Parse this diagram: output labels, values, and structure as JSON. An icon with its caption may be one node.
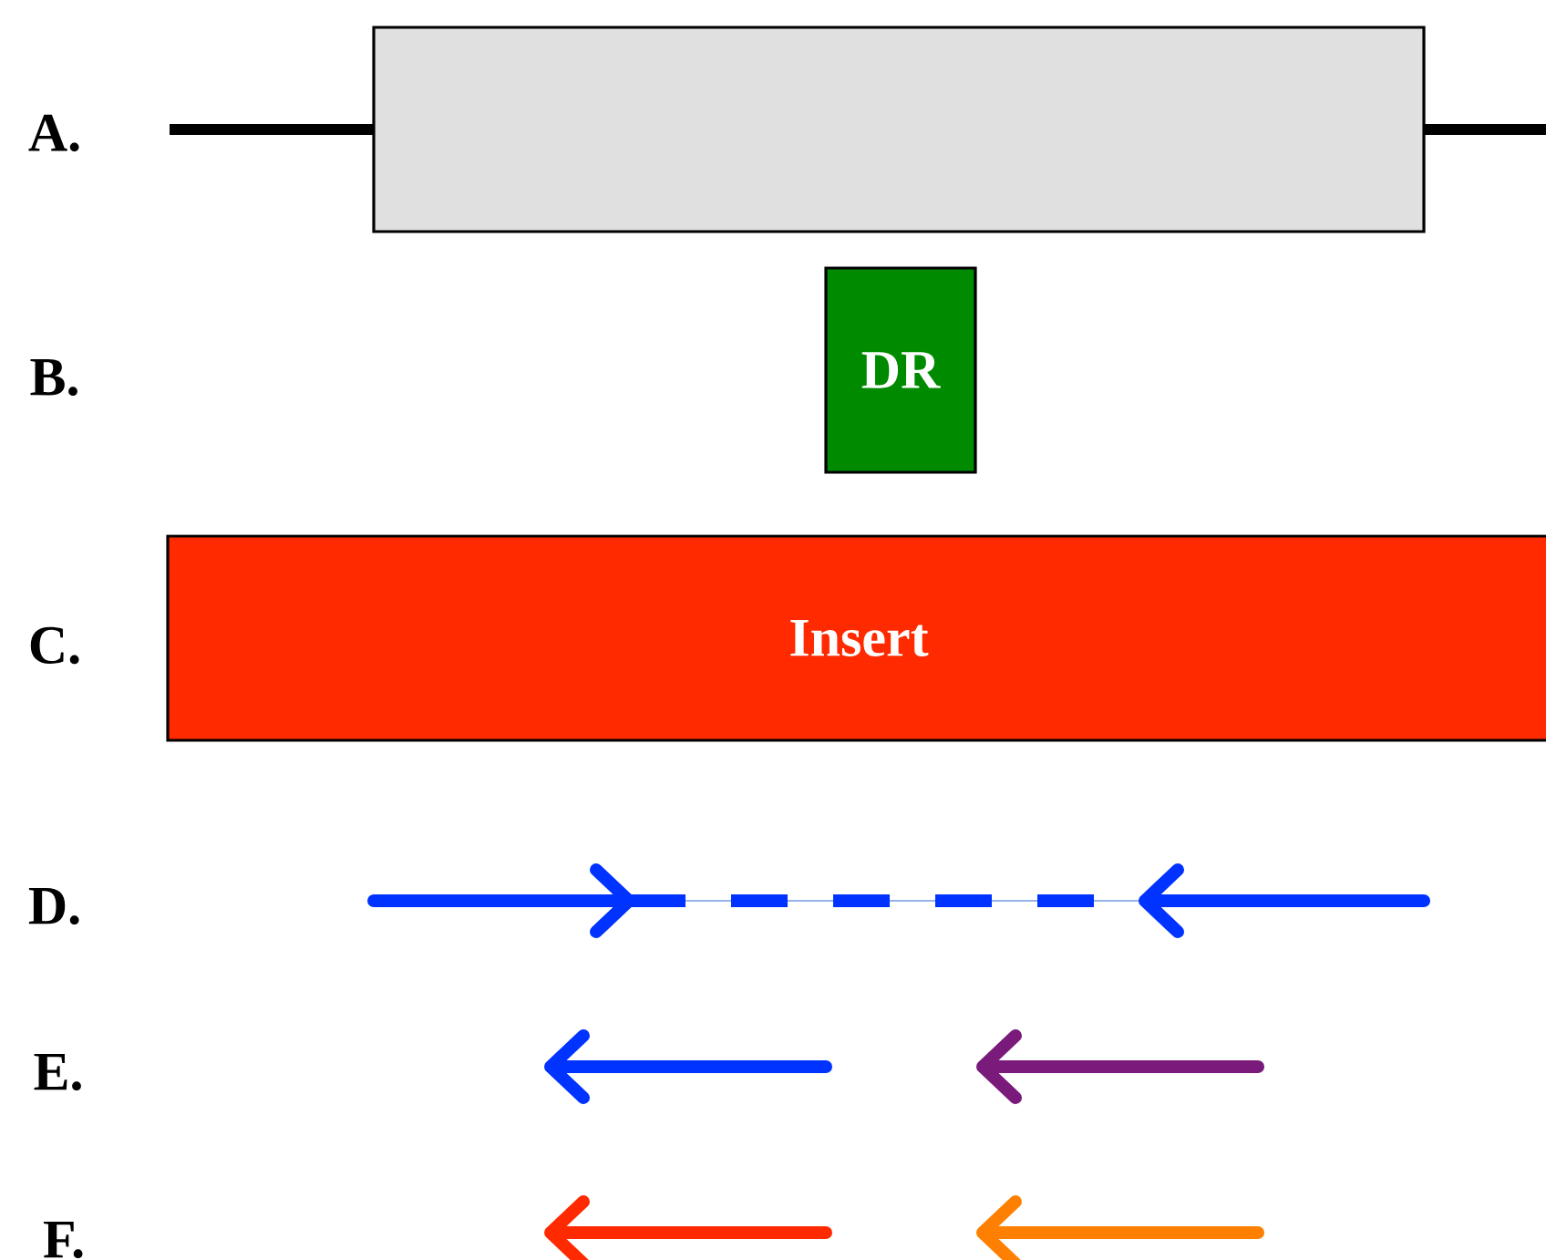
{
  "diagram": {
    "nodes": [
      {
        "text": [],
        "shape": "box"
      },
      {
        "text": [
          "DR"
        ]
      },
      {
        "text": [
          "Insert"
        ]
      }
    ],
    "labels": [
      "A.",
      "B.",
      "C.",
      "D.",
      "E.",
      "F."
    ]
  }
}
